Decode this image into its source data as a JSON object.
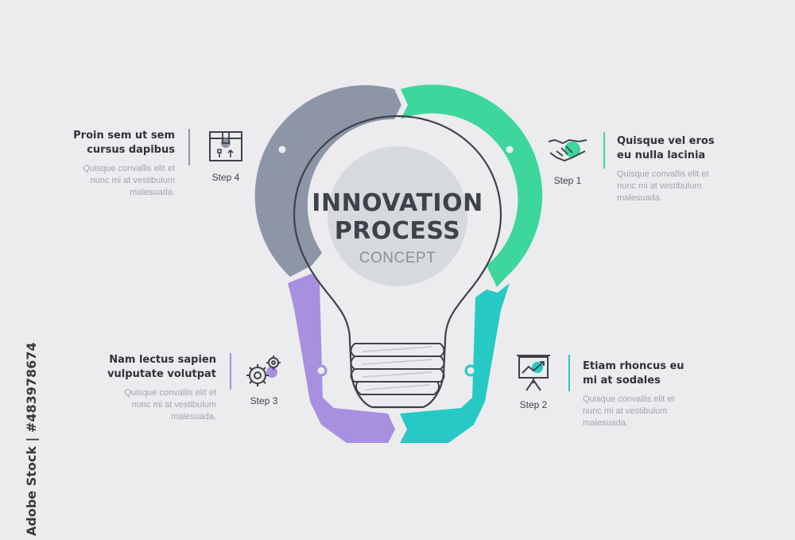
{
  "title": {
    "line1": "INNOVATION",
    "line2": "PROCESS",
    "subtitle": "CONCEPT"
  },
  "colors": {
    "step1": "#3dd69d",
    "step2": "#26c9c5",
    "step3": "#a88fe0",
    "step4": "#8c96a6",
    "background": "#ececef",
    "title": "#3f4249",
    "subtitle": "#8d9199",
    "body_text": "#a0a4ab",
    "circle": "#d6d9de"
  },
  "steps": {
    "step1": {
      "label": "Step 1",
      "heading1": "Quisque vel eros",
      "heading2": "eu nulla lacinia",
      "body1": "Quisque convallis elit et",
      "body2": "nunc mi at vestibulum",
      "body3": "malesuada.",
      "icon": "handshake-icon"
    },
    "step2": {
      "label": "Step 2",
      "heading1": "Etiam rhoncus eu",
      "heading2": "mi at sodales",
      "body1": "Quisque convallis elit et",
      "body2": "nunc mi at vestibulum",
      "body3": "malesuada.",
      "icon": "presentation-chart-icon"
    },
    "step3": {
      "label": "Step 3",
      "heading1": "Nam lectus sapien",
      "heading2": "vulputate volutpat",
      "body1": "Quisque convallis elit et",
      "body2": "nunc mi at vestibulum",
      "body3": "malesuada.",
      "icon": "gears-icon"
    },
    "step4": {
      "label": "Step 4",
      "heading1": "Proin sem ut sem",
      "heading2": "cursus dapibus",
      "body1": "Quisque convallis elit et",
      "body2": "nunc mi at vestibulum",
      "body3": "malesuada.",
      "icon": "package-box-icon"
    }
  },
  "watermark": {
    "text": "Adobe Stock | #483978674"
  }
}
